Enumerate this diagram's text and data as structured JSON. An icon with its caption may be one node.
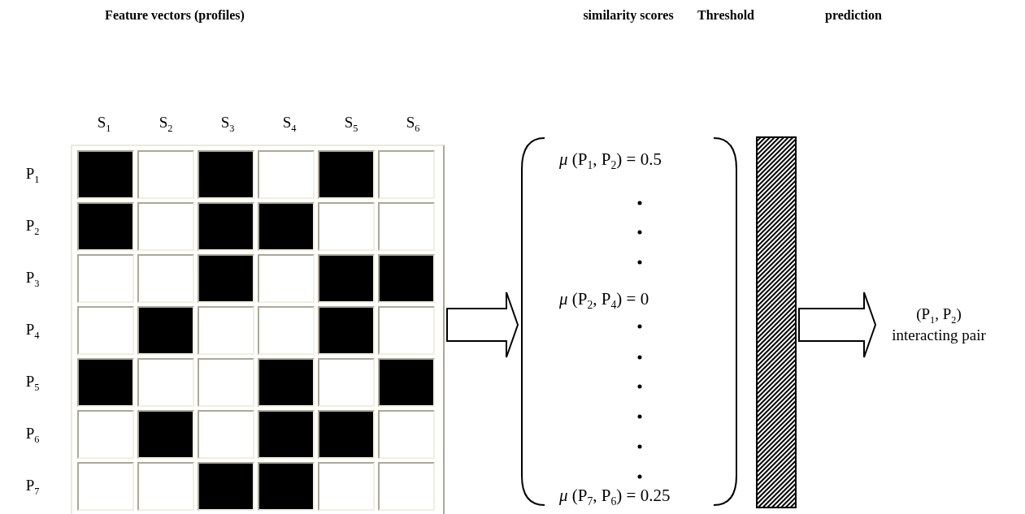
{
  "diagram": {
    "nodes": [
      {
        "text": [],
        "shape": "box"
      },
      {
        "text": [
          "*μ* (P$_{1}$, P$_{2}$) = 0.5",
          "*μ* (P$_{2}$, P$_{4}$) = 0",
          "*μ* (P$_{7}$, P$_{6}$) = 0.25"
        ]
      },
      {
        "text": [],
        "shape": "bar"
      },
      {
        "text": [
          "(P$_{1}$, P$_{2}$)",
          "interacting pair"
        ]
      }
    ],
    "edges": [
      {
        "from": 0,
        "to": 1,
        "arrow": "to",
        "style": "thick"
      },
      {
        "from": 2,
        "to": 3,
        "arrow": "to",
        "style": "thick"
      }
    ],
    "labels": [
      "Feature vectors (profiles)",
      "similarity scores",
      "Threshold",
      "prediction",
      "S$_{1}$",
      "S$_{2}$",
      "S$_{3}$",
      "S$_{4}$",
      "S$_{5}$",
      "S$_{6}$",
      "P$_{1}$",
      "P$_{2}$",
      "P$_{3}$",
      "P$_{4}$",
      "P$_{5}$",
      "P$_{6}$",
      "P$_{7}$"
    ]
  }
}
